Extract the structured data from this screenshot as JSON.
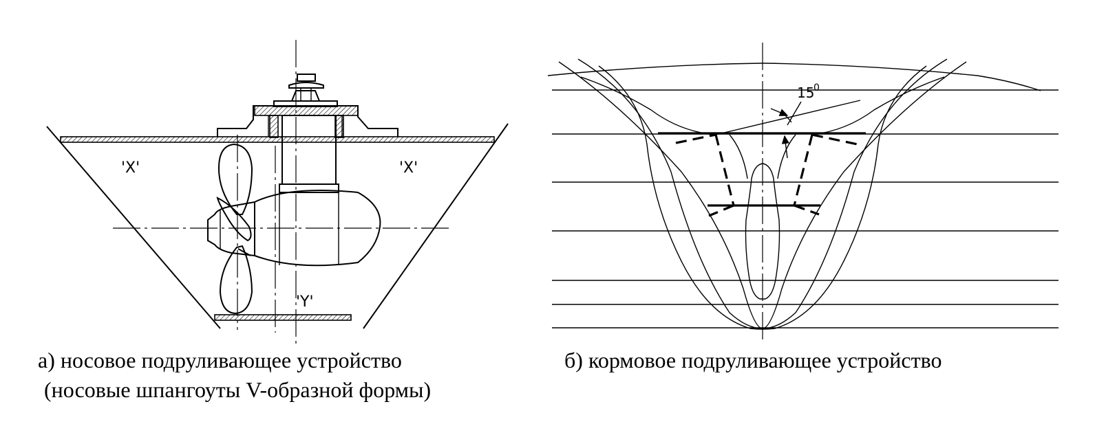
{
  "panel_a": {
    "region_label_left": "'X'",
    "region_label_right": "'X'",
    "region_label_bottom": "'Y'",
    "caption_line1": "а) носовое подруливающее устройство",
    "caption_line2": "(носовые шпангоуты V-образной формы)"
  },
  "panel_b": {
    "angle_label": "15",
    "angle_unit": "0",
    "caption": "б)  кормовое подруливающее устройство"
  }
}
